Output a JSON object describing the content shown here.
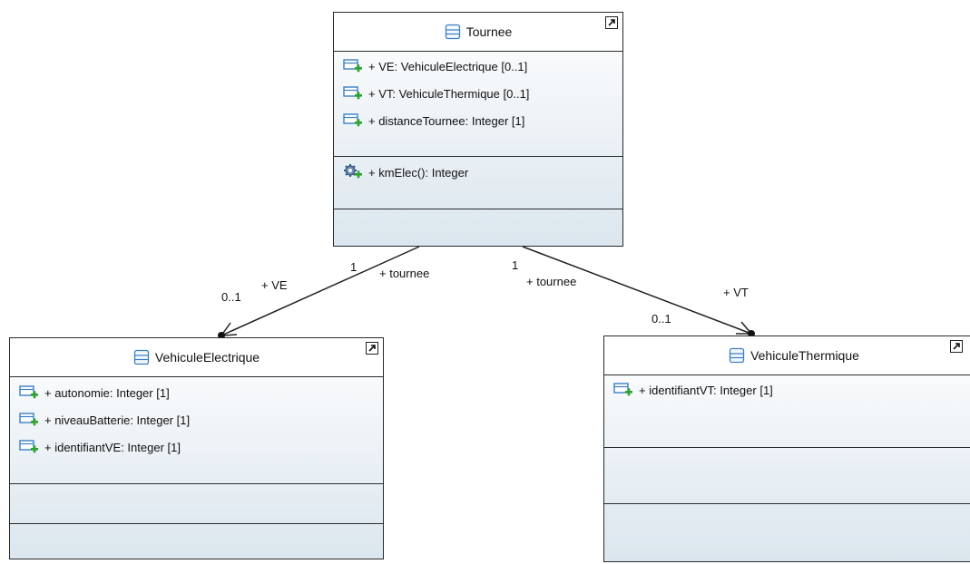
{
  "classes": {
    "tournee": {
      "name": "Tournee",
      "attributes": [
        "+ VE: VehiculeElectrique [0..1]",
        "+ VT: VehiculeThermique [0..1]",
        "+ distanceTournee: Integer [1]"
      ],
      "operations": [
        "+ kmElec(): Integer"
      ]
    },
    "vehicule_electrique": {
      "name": "VehiculeElectrique",
      "attributes": [
        "+ autonomie: Integer [1]",
        "+ niveauBatterie: Integer [1]",
        "+ identifiantVE: Integer [1]"
      ]
    },
    "vehicule_thermique": {
      "name": "VehiculeThermique",
      "attributes": [
        "+ identifiantVT: Integer [1]"
      ]
    }
  },
  "associations": {
    "ve": {
      "source_multiplicity": "1",
      "source_role": "+ tournee",
      "target_role": "+ VE",
      "target_multiplicity": "0..1"
    },
    "vt": {
      "source_multiplicity": "1",
      "source_role": "+ tournee",
      "target_role": "+ VT",
      "target_multiplicity": "0..1"
    }
  },
  "colors": {
    "border": "#2a2a2a",
    "class_fill_top": "#ffffff",
    "class_fill_bottom": "#dbe6ee",
    "attribute_icon": "#3b7fc4",
    "add_badge": "#2fa12f"
  },
  "icons": {
    "class": "class-icon",
    "attribute": "attribute-add-icon",
    "operation": "operation-gear-add-icon",
    "shortcut": "shortcut-arrow-icon"
  }
}
